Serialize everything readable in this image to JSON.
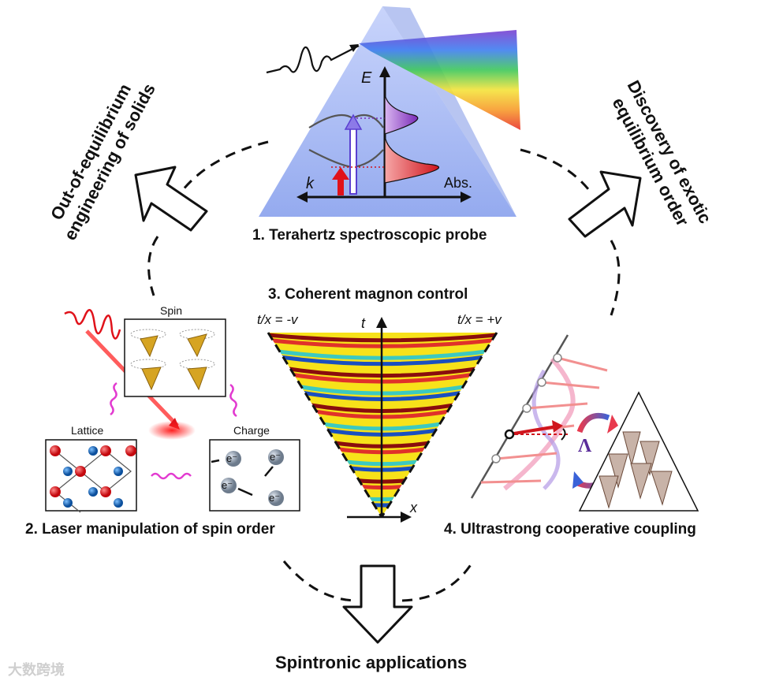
{
  "captions": {
    "probe": "1. Terahertz spectroscopic probe",
    "laser": "2. Laser manipulation of spin order",
    "magnon": "3. Coherent magnon control",
    "coupling": "4. Ultrastrong cooperative coupling"
  },
  "side_labels": {
    "left": "Out-of-equilibrium engineering of solids",
    "right": "Discovery of exotic equilibrium order"
  },
  "bottom_label": "Spintronic applications",
  "prism": {
    "axis_e": "E",
    "axis_k": "k",
    "axis_abs": "Abs."
  },
  "laser_panel": {
    "spin": "Spin",
    "lattice": "Lattice",
    "charge": "Charge",
    "electron": "e⁻"
  },
  "magnon_panel": {
    "axis_t": "t",
    "axis_x": "x",
    "left_edge": "t/x = -v",
    "right_edge": "t/x = +v"
  },
  "coupling_panel": {
    "lambda": "Λ"
  },
  "watermark": "大数跨境",
  "colors": {
    "prism": "#9fb3f2",
    "laser_red": "#e0121a",
    "wavy_magenta": "#e23bd0",
    "yellow": "#f7e21a",
    "lambda_purple": "#5b2d9a"
  }
}
